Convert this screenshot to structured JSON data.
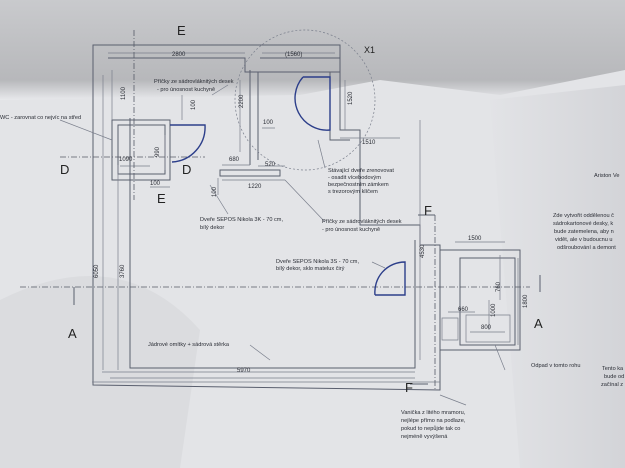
{
  "sections": {
    "E": "E",
    "D": "D",
    "F": "F",
    "A": "A",
    "X1": "X1"
  },
  "dimensions": {
    "d2800": "2800",
    "d1560": "(1560)",
    "d1100": "1100",
    "d100a": "100",
    "d990": "990",
    "d1090": "1090",
    "d100b": "100",
    "d2200": "2200",
    "d100c": "100",
    "d1520": "1520",
    "d1510": "1510",
    "d680": "680",
    "d520": "520",
    "d1220": "1220",
    "d100d": "100",
    "d6050": "6050",
    "d3760": "3760",
    "d4530": "4530",
    "d1500": "1500",
    "d760": "760",
    "d1800": "1800",
    "d660": "660",
    "d1000": "1000",
    "d800": "800",
    "d5970": "5970"
  },
  "notes": {
    "wc": "WC - zarovnat co nejvíc na střed",
    "partitions1": [
      "Příčky ze sádrovláknitých desek",
      "- pro únosnost kuchyně"
    ],
    "existing_door": [
      "Stávající dveře zrenovovat",
      "- osadit vícebodovým",
      "bezpečnostním zámkem",
      "s trezorovým klíčem"
    ],
    "door3k": [
      "Dveře SEPOS Nikola 3K - 70 cm,",
      "bílý dekor"
    ],
    "partitions2": [
      "Příčky ze sádrovláknitých desek",
      "- pro únosnost kuchyně"
    ],
    "door3s": [
      "Dveře SEPOS Nikola 3S - 70 cm,",
      "bílý dekor, sklo matelux čirý"
    ],
    "plaster": "Jádrové omítky + sádrová stěrka",
    "drain": "Odpad v tomto rohu",
    "tray": [
      "Vanička z litého mramoru,",
      "nejlépe přímo na podlaze,",
      "pokud to nepůjde tak co",
      "nejméně vyvýšená"
    ],
    "ariston": "Ariston Ve",
    "right_note": [
      "Zde vytvořit oddělenou č",
      "sádrokartonové desky, k",
      "bude zatemelena, aby n",
      "vidět, ale v budoucnu u",
      "odšroubování a demont"
    ],
    "right_note2": [
      "Tento ka",
      "bude od",
      "začínal z"
    ]
  },
  "colors": {
    "paper": "#e6e7ea",
    "line": "#5a5f6e",
    "door": "#2c3e8a"
  }
}
